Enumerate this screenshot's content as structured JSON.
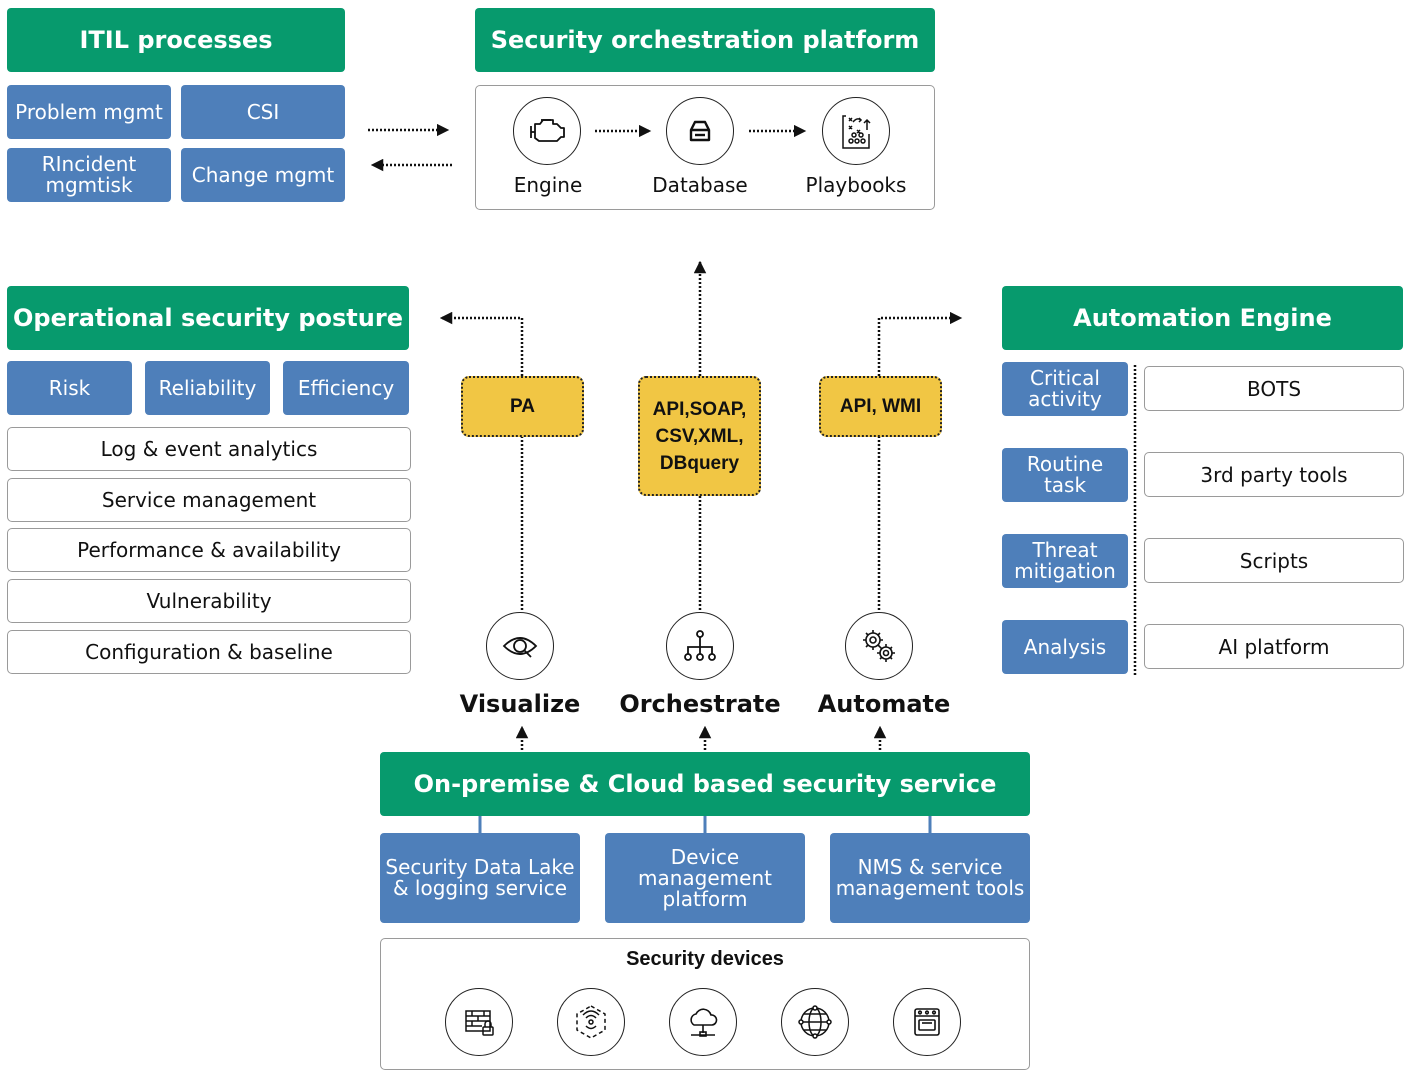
{
  "itil": {
    "title": "ITIL processes",
    "items": [
      "Problem mgmt",
      "CSI",
      "RIncident mgmtisk",
      "Change mgmt"
    ]
  },
  "sop": {
    "title": "Security orchestration platform",
    "items": [
      {
        "label": "Engine",
        "icon": "engine-icon"
      },
      {
        "label": "Database",
        "icon": "database-icon"
      },
      {
        "label": "Playbooks",
        "icon": "playbooks-icon"
      }
    ]
  },
  "posture": {
    "title": "Operational security posture",
    "tags": [
      "Risk",
      "Reliability",
      "Efficiency"
    ],
    "rows": [
      "Log & event analytics",
      "Service management",
      "Performance & availability",
      "Vulnerability",
      "Configuration & baseline"
    ]
  },
  "automation": {
    "title": "Automation Engine",
    "left": [
      "Critical activity",
      "Routine task",
      "Threat mitigation",
      "Analysis"
    ],
    "right": [
      "BOTS",
      "3rd party tools",
      "Scripts",
      "AI platform"
    ]
  },
  "protocols": {
    "pa": "PA",
    "center_lines": [
      "API,SOAP,",
      "CSV,XML,",
      "DBquery"
    ],
    "right": "API, WMI"
  },
  "actions": [
    {
      "label": "Visualize",
      "icon": "eye-icon"
    },
    {
      "label": "Orchestrate",
      "icon": "hierarchy-icon"
    },
    {
      "label": "Automate",
      "icon": "gears-icon"
    }
  ],
  "service": {
    "title": "On-premise & Cloud based security service",
    "items": [
      "Security Data Lake & logging service",
      "Device management platform",
      "NMS & service management tools"
    ]
  },
  "devices": {
    "title": "Security devices",
    "icons": [
      "firewall-icon",
      "wireless-network-icon",
      "cloud-network-icon",
      "globe-network-icon",
      "appliance-icon"
    ]
  },
  "colors": {
    "green": "#079a6d",
    "blue": "#4e7fba",
    "yellow": "#f1c644"
  }
}
